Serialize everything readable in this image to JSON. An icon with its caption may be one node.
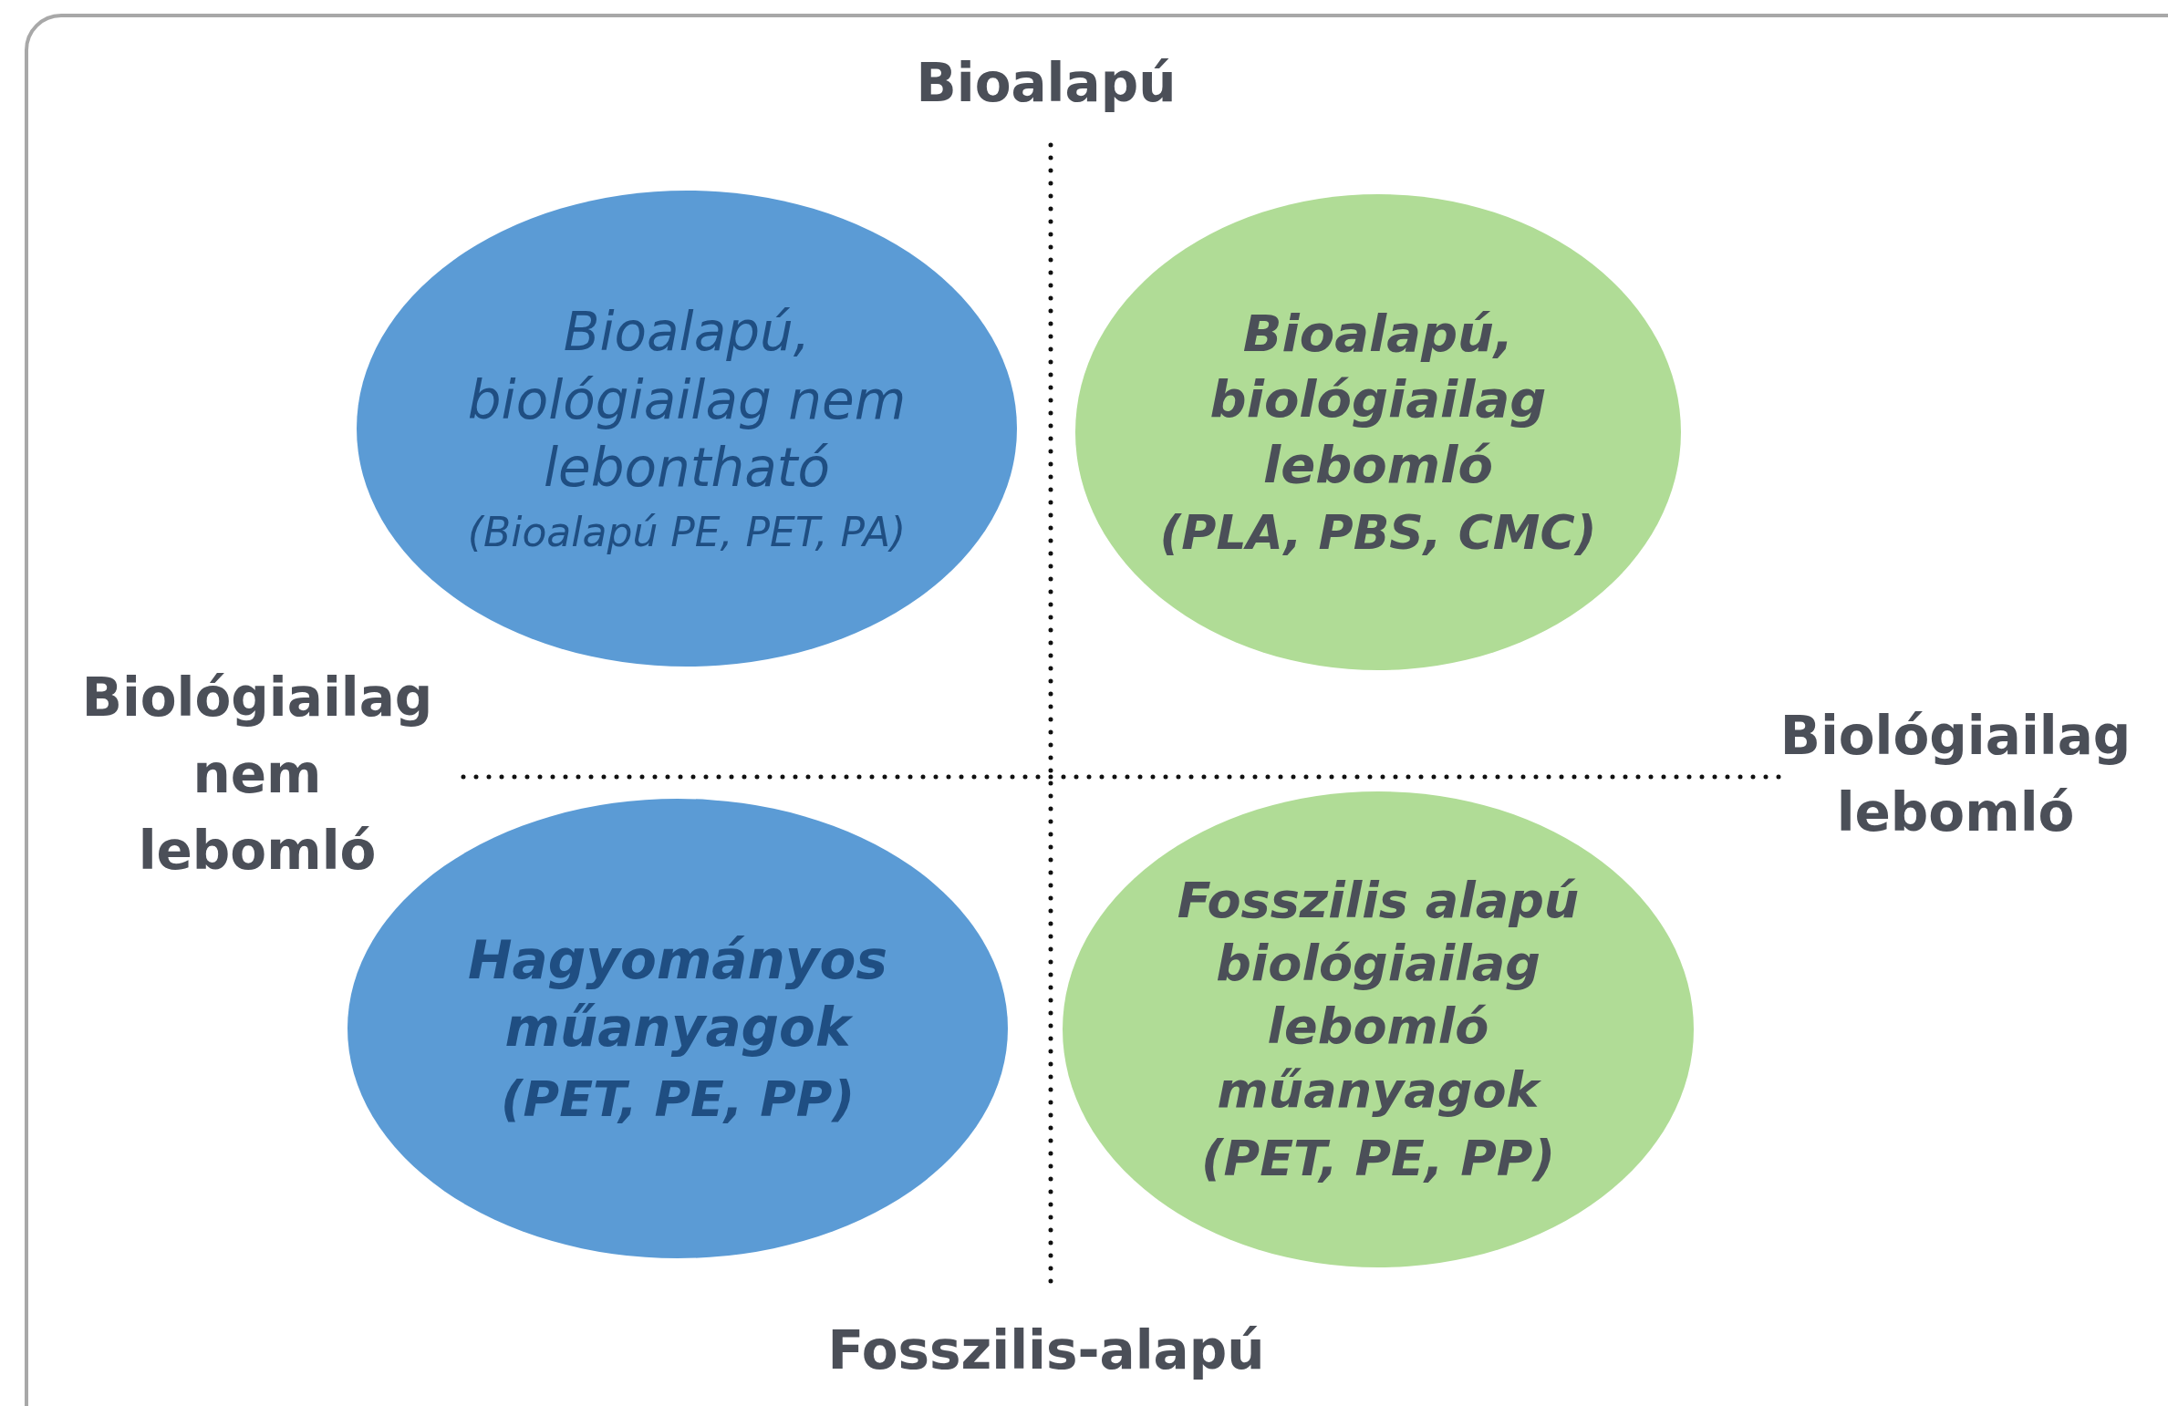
{
  "diagram": {
    "nodes": [
      {
        "text": [
          "Bioalapú, biológiailag nem lebontható",
          "(Bioalapú PE, PET, PA)"
        ]
      },
      {
        "text": [
          "Bioalapú, biológiailag lebomló",
          "(PLA, PBS, CMC)"
        ]
      },
      {
        "text": [
          "Hagyományos műanyagok",
          "(PET, PE, PP)"
        ]
      },
      {
        "text": [
          "Fosszilis alapú biológiailag lebomló műanyagok",
          "(PET, PE, PP)"
        ]
      }
    ],
    "labels": [
      "Bioalapú",
      "Biológiailag nem lebomló",
      "Biológiailag lebomló",
      "Fosszilis-alapú"
    ]
  }
}
